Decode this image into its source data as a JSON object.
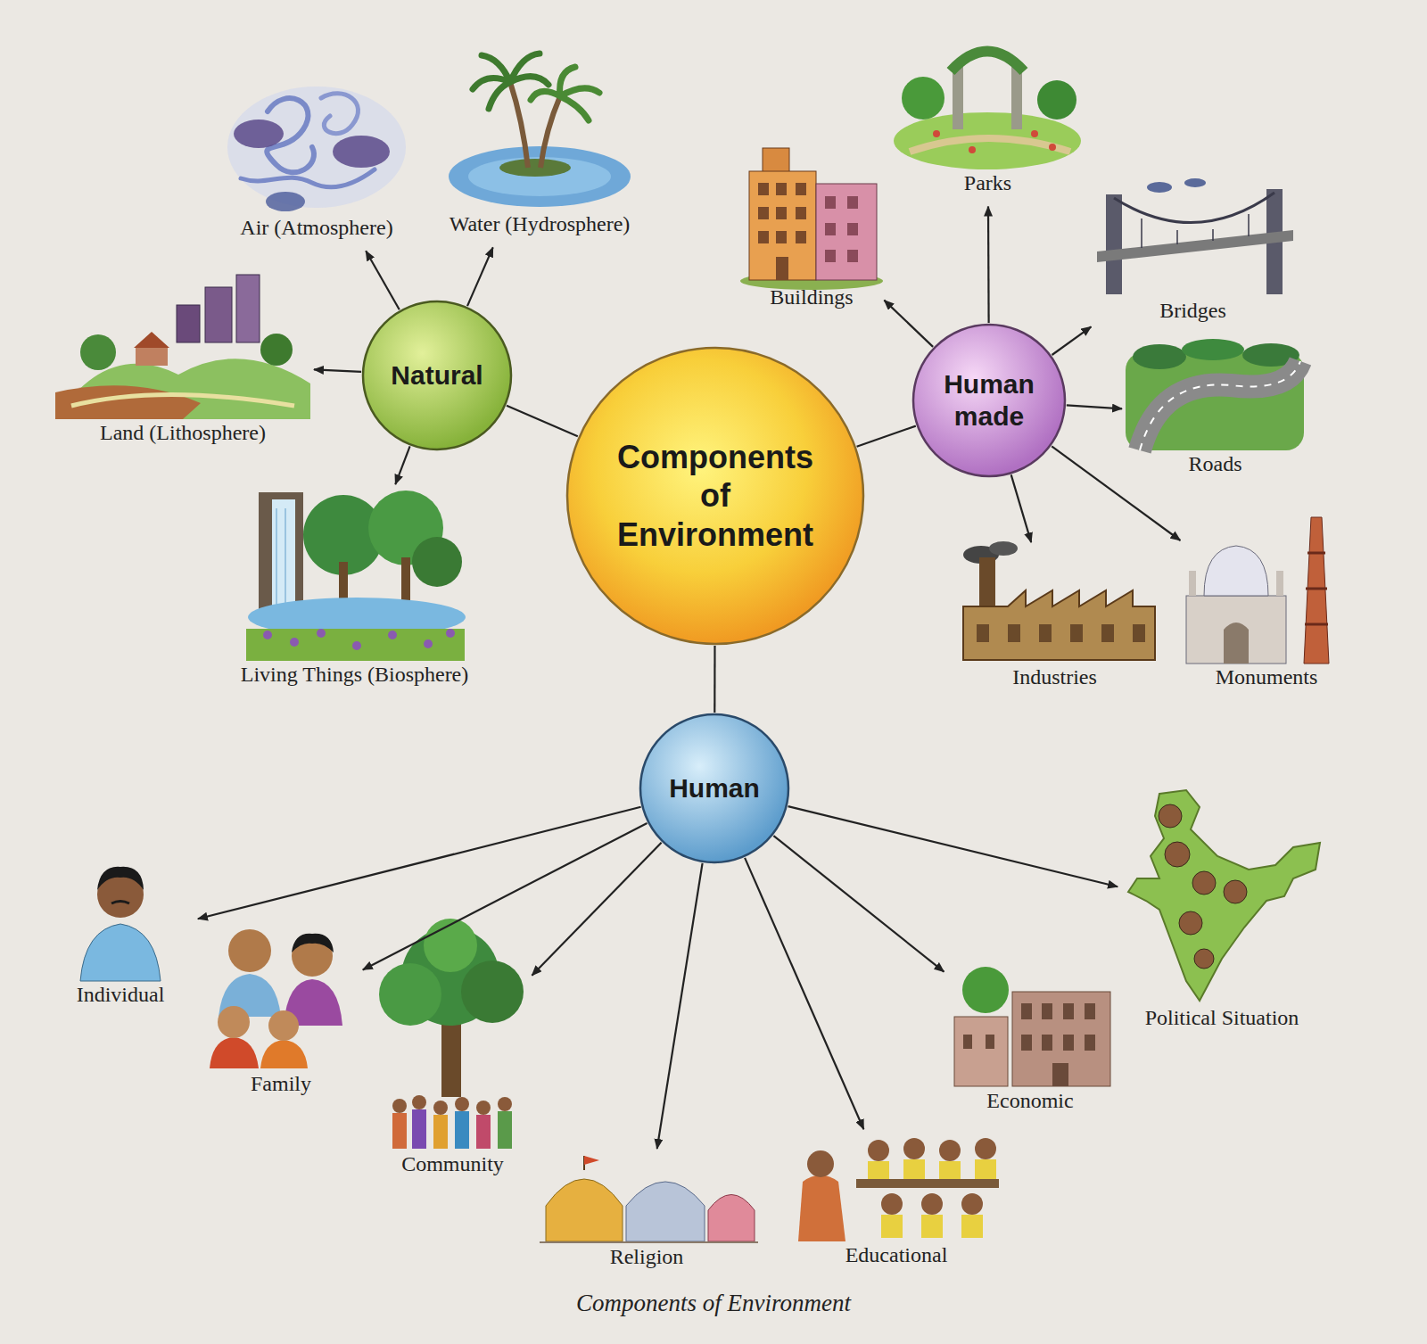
{
  "diagram": {
    "caption": "Components of Environment",
    "nodes": [
      {
        "text": [
          "Components of Environment"
        ]
      },
      {
        "text": [
          "Natural"
        ]
      },
      {
        "text": [
          "Human made"
        ]
      },
      {
        "text": [
          "Human"
        ]
      },
      {
        "text": [
          "Air (Atmosphere)"
        ]
      },
      {
        "text": [
          "Water (Hydrosphere)"
        ]
      },
      {
        "text": [
          "Land (Lithosphere)"
        ]
      },
      {
        "text": [
          "Living Things (Biosphere)"
        ]
      },
      {
        "text": [
          "Buildings"
        ]
      },
      {
        "text": [
          "Parks"
        ]
      },
      {
        "text": [
          "Bridges"
        ]
      },
      {
        "text": [
          "Roads"
        ]
      },
      {
        "text": [
          "Industries"
        ]
      },
      {
        "text": [
          "Monuments"
        ]
      },
      {
        "text": [
          "Individual"
        ]
      },
      {
        "text": [
          "Family"
        ]
      },
      {
        "text": [
          "Community"
        ]
      },
      {
        "text": [
          "Religion"
        ]
      },
      {
        "text": [
          "Educational"
        ]
      },
      {
        "text": [
          "Economic"
        ]
      },
      {
        "text": [
          "Political Situation"
        ]
      }
    ],
    "edges": [
      {
        "from": 0,
        "to": 1,
        "arrow": "none"
      },
      {
        "from": 0,
        "to": 2,
        "arrow": "none"
      },
      {
        "from": 0,
        "to": 3,
        "arrow": "none"
      },
      {
        "from": 1,
        "to": 4,
        "arrow": "to"
      },
      {
        "from": 1,
        "to": 5,
        "arrow": "to"
      },
      {
        "from": 1,
        "to": 6,
        "arrow": "to"
      },
      {
        "from": 1,
        "to": 7,
        "arrow": "to"
      },
      {
        "from": 2,
        "to": 8,
        "arrow": "to"
      },
      {
        "from": 2,
        "to": 9,
        "arrow": "to"
      },
      {
        "from": 2,
        "to": 10,
        "arrow": "to"
      },
      {
        "from": 2,
        "to": 11,
        "arrow": "to"
      },
      {
        "from": 2,
        "to": 12,
        "arrow": "to"
      },
      {
        "from": 2,
        "to": 13,
        "arrow": "to"
      },
      {
        "from": 3,
        "to": 14,
        "arrow": "to"
      },
      {
        "from": 3,
        "to": 15,
        "arrow": "to"
      },
      {
        "from": 3,
        "to": 16,
        "arrow": "to"
      },
      {
        "from": 3,
        "to": 17,
        "arrow": "to"
      },
      {
        "from": 3,
        "to": 18,
        "arrow": "to"
      },
      {
        "from": 3,
        "to": 19,
        "arrow": "to"
      },
      {
        "from": 3,
        "to": 20,
        "arrow": "to"
      }
    ]
  }
}
